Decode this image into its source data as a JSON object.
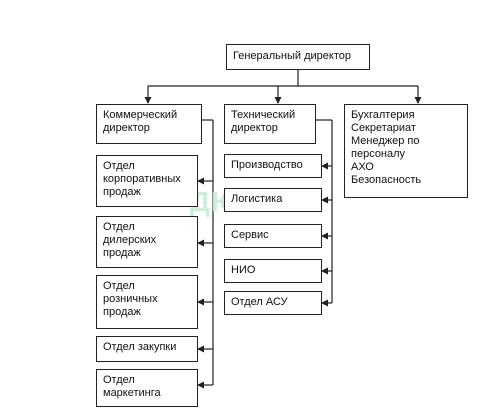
{
  "org": {
    "ceo": "Генеральный директор",
    "commercial": {
      "head": "Коммерческий\nдиректор",
      "units": [
        "Отдел\nкорпоративных\nпродаж",
        "Отдел\nдилерских\nпродаж",
        "Отдел\nрозничных\nпродаж",
        "Отдел закупки",
        "Отдел\nмаркетинга"
      ]
    },
    "technical": {
      "head": "Технический\nдиректор",
      "units": [
        "Производство",
        "Логистика",
        "Сервис",
        "НИО",
        "Отдел АСУ"
      ]
    },
    "admin": {
      "head": "Бухгалтерия\nСекретариат\nМенеджер по\nперсоналу\nАХО\nБезопасность"
    }
  },
  "watermark": "ДЮАРФ"
}
